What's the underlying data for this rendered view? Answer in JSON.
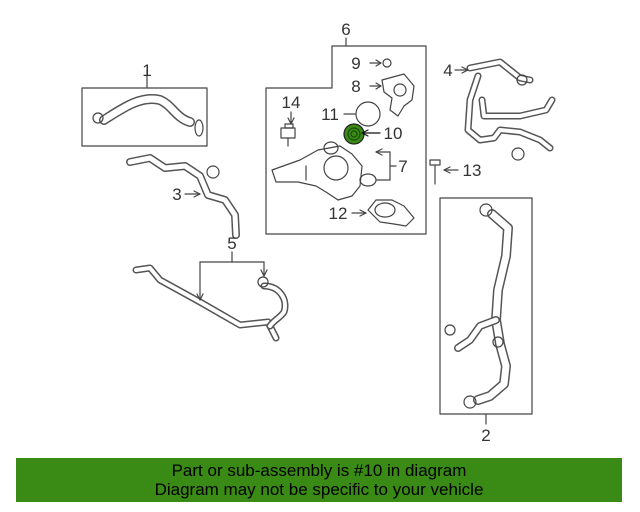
{
  "callouts": {
    "c1": "1",
    "c2": "2",
    "c3": "3",
    "c4": "4",
    "c5": "5",
    "c6": "6",
    "c7": "7",
    "c8": "8",
    "c9": "9",
    "c10": "10",
    "c11": "11",
    "c12": "12",
    "c13": "13",
    "c14": "14"
  },
  "highlight_color": "#3a8a16",
  "footer": {
    "line1": "Part or sub-assembly is #10 in diagram",
    "line2": "Diagram may not be specific to your vehicle"
  }
}
